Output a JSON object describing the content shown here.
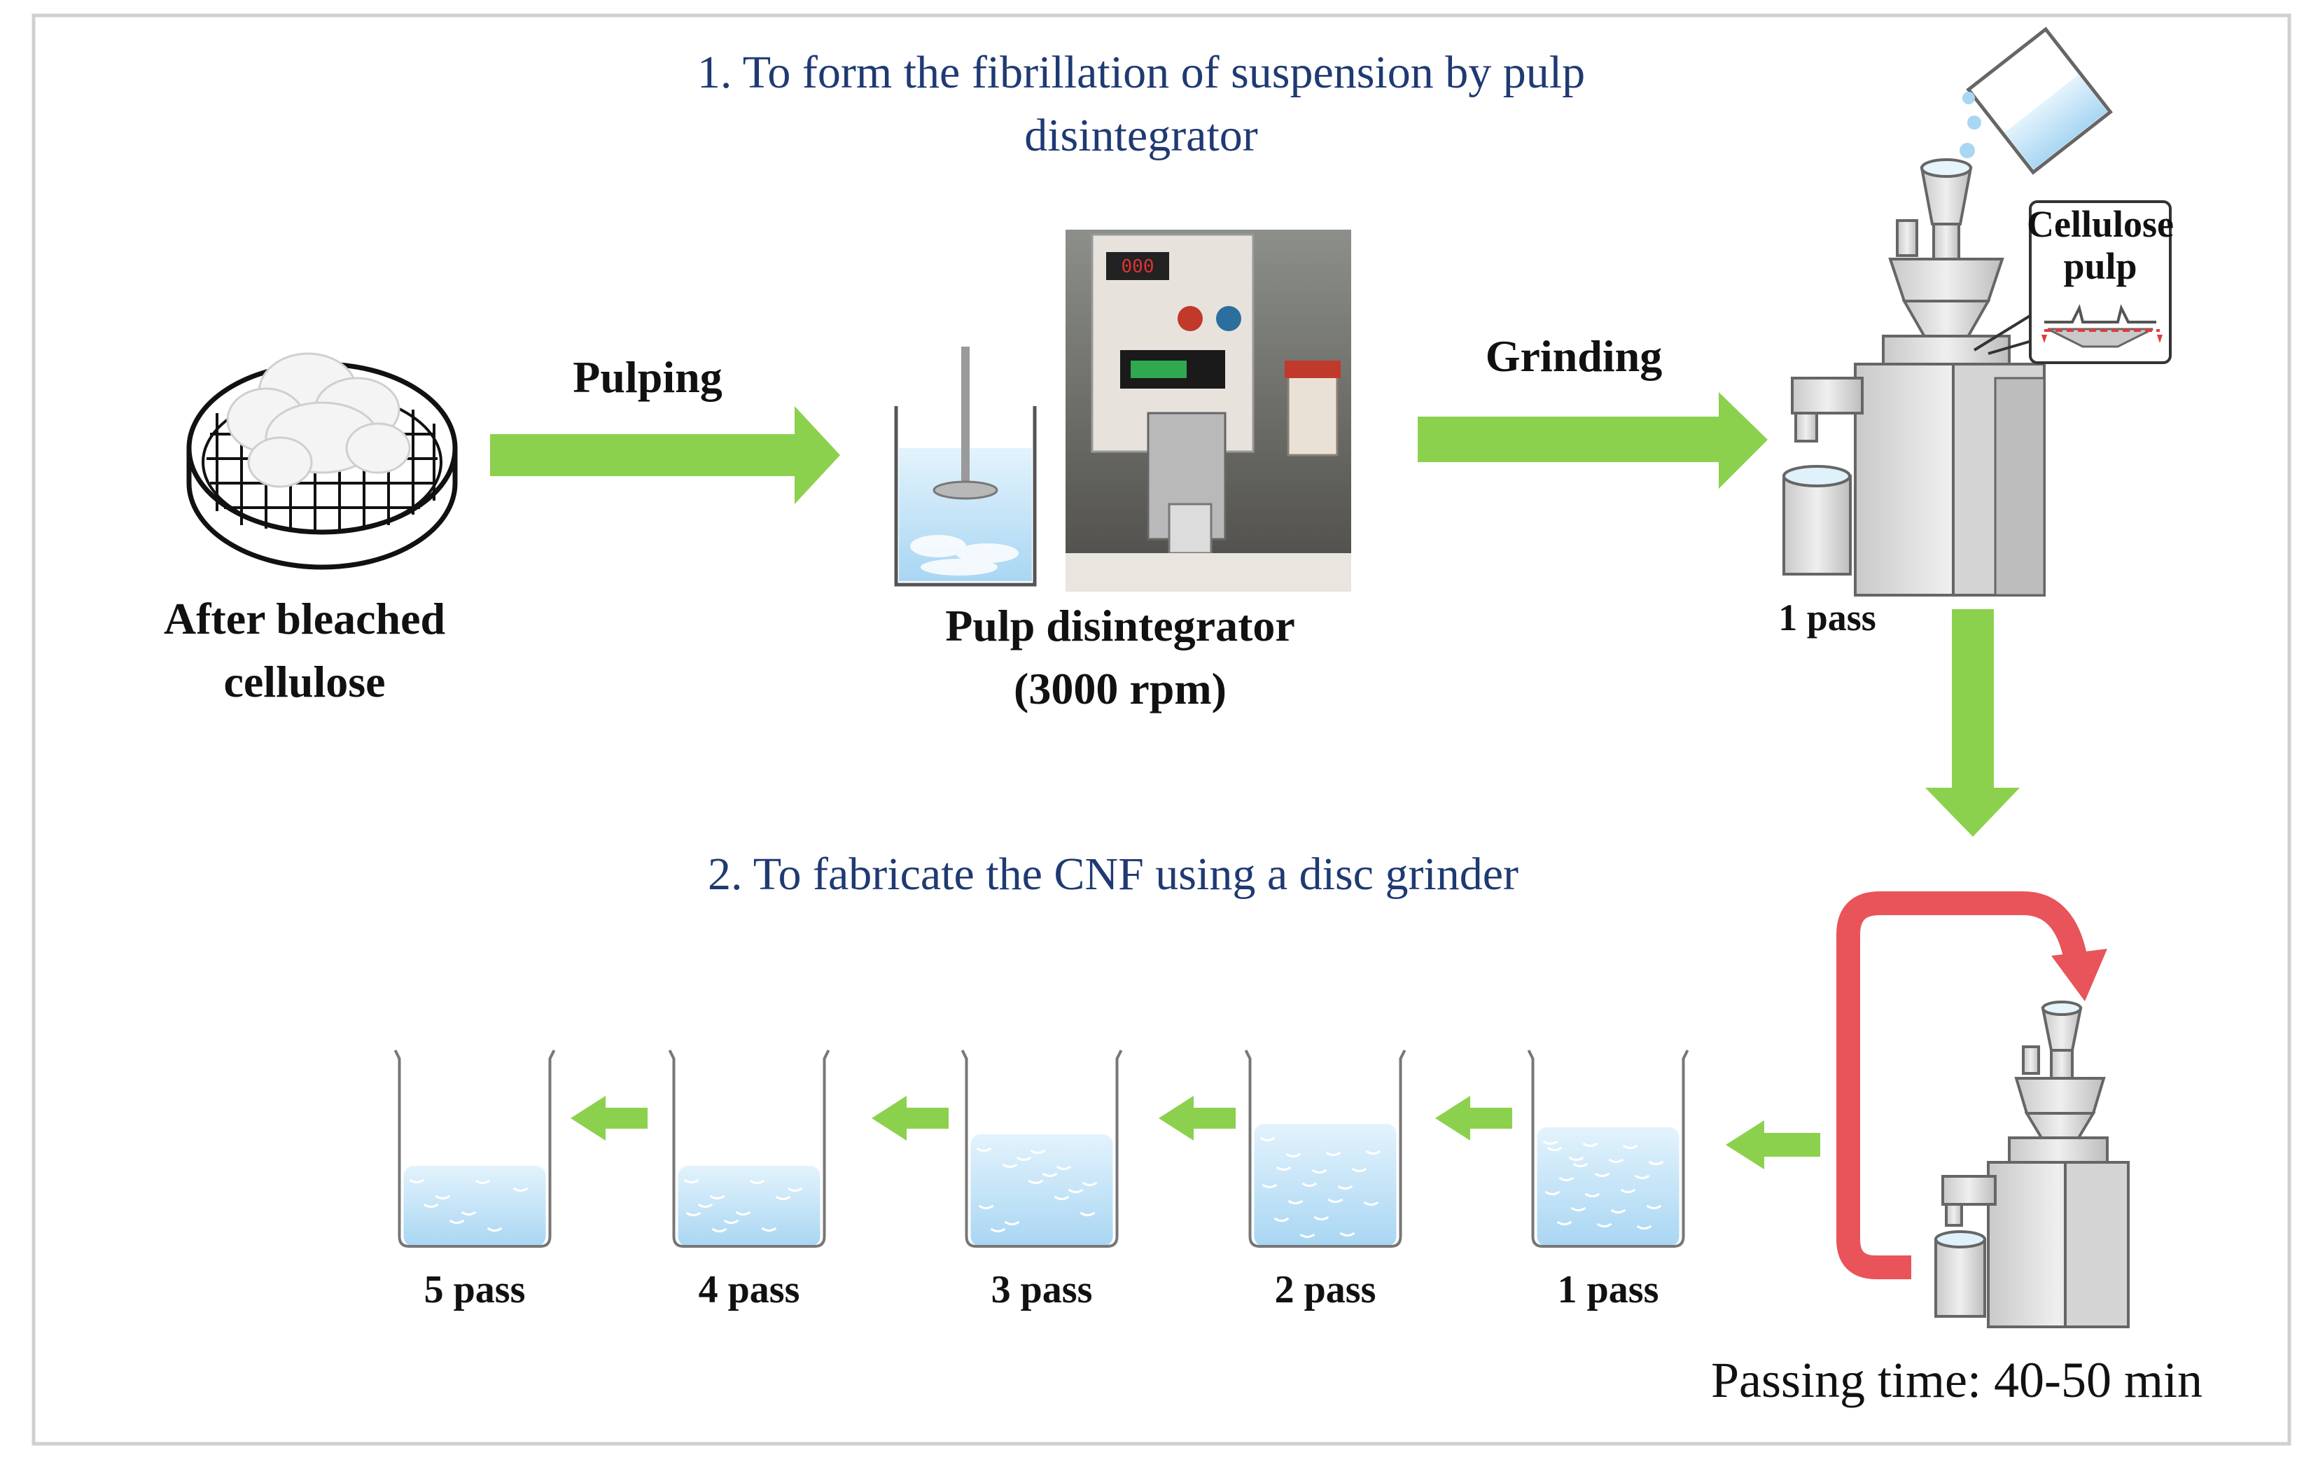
{
  "section1": {
    "title_line1": "1. To form the fibrillation of suspension by pulp",
    "title_line2": "disintegrator"
  },
  "section2": {
    "title": "2. To fabricate the CNF using a disc grinder"
  },
  "steps": {
    "pulping_label": "Pulping",
    "grinding_label": "Grinding",
    "after_bleached_line1": "After bleached",
    "after_bleached_line2": "cellulose",
    "disintegrator_line1": "Pulp disintegrator",
    "disintegrator_line2": "(3000 rpm)",
    "first_pass": "1 pass",
    "inset_line1": "Cellulose",
    "inset_line2": "pulp"
  },
  "passes": [
    "5 pass",
    "4 pass",
    "3 pass",
    "2 pass",
    "1 pass"
  ],
  "passing_time": "Passing time: 40-50 min",
  "colors": {
    "arrow_green": "#8cd14e",
    "loop_red": "#e8545a",
    "title_blue": "#1f3a73",
    "water_blue": "#bfe2f7"
  }
}
